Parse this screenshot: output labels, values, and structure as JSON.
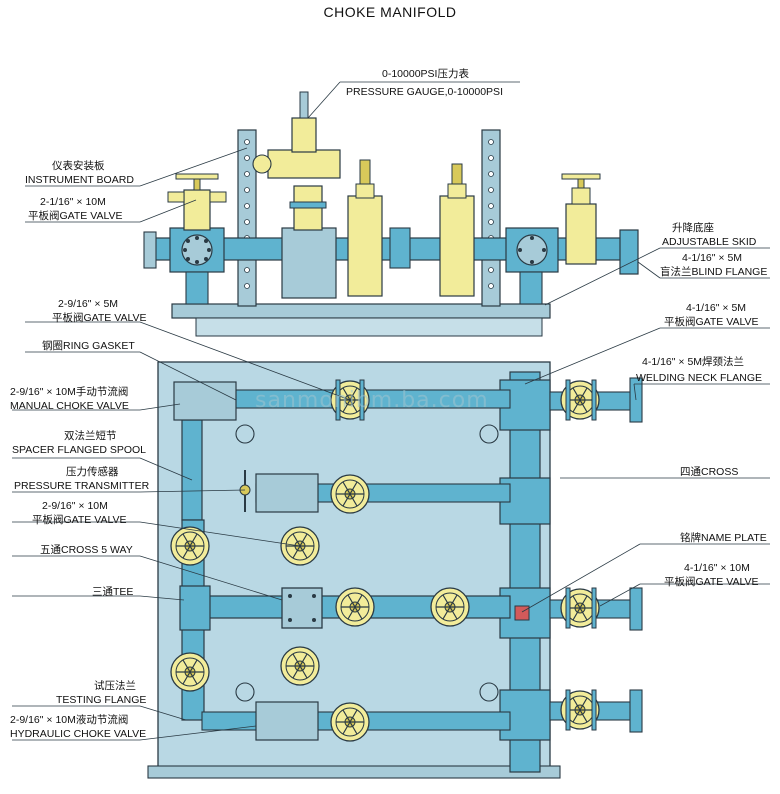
{
  "title": "CHOKE MANIFOLD",
  "watermark": "sanmonibm.ba.com",
  "labels": {
    "gauge_cn": "0-10000PSI压力表",
    "gauge_en": "PRESSURE GAUGE,0-10000PSI",
    "board_cn": "仪表安装板",
    "board_en": "INSTRUMENT BOARD",
    "gate_top_size": "2-1/16\" × 10M",
    "gate_top_en": "平板阀GATE VALVE",
    "skid_cn": "升降底座",
    "skid_en": "ADJUSTABLE SKID",
    "blind_size": "4-1/16\" × 5M",
    "blind_en": "盲法兰BLIND FLANGE",
    "gate5m_size": "2-9/16\" × 5M",
    "gate5m_en": "平板阀GATE VALVE",
    "ring_en": "钢圈RING GASKET",
    "gate41_size": "4-1/16\" × 5M",
    "gate41_en": "平板阀GATE VALVE",
    "weld_size": "4-1/16\" × 5M焊颈法兰",
    "weld_en": "WELDING NECK FLANGE",
    "manual_size": "2-9/16\" × 10M手动节流阀",
    "manual_en": "MANUAL CHOKE VALVE",
    "spacer_cn": "双法兰短节",
    "spacer_en": "SPACER FLANGED SPOOL",
    "pt_cn": "压力传感器",
    "pt_en": "PRESSURE TRANSMITTER",
    "cross_en": "四通CROSS",
    "gate10_size": "2-9/16\" × 10M",
    "gate10_en": "平板阀GATE VALVE",
    "cross5_en": "五通CROSS 5 WAY",
    "name_en": "铭牌NAME PLATE",
    "gate41b_size": "4-1/16\" × 10M",
    "gate41b_en": "平板阀GATE VALVE",
    "tee_en": "三通TEE",
    "test_cn": "试压法兰",
    "test_en": "TESTING FLANGE",
    "hyd_size": "2-9/16\" × 10M液动节流阀",
    "hyd_en": "HYDRAULIC CHOKE VALVE"
  },
  "colors": {
    "pipe": "#5fb3cf",
    "valve_body": "#f2ec9a",
    "panel": "#b9d8e4",
    "skid": "#a7cbd8",
    "outline": "#2a3a44"
  }
}
